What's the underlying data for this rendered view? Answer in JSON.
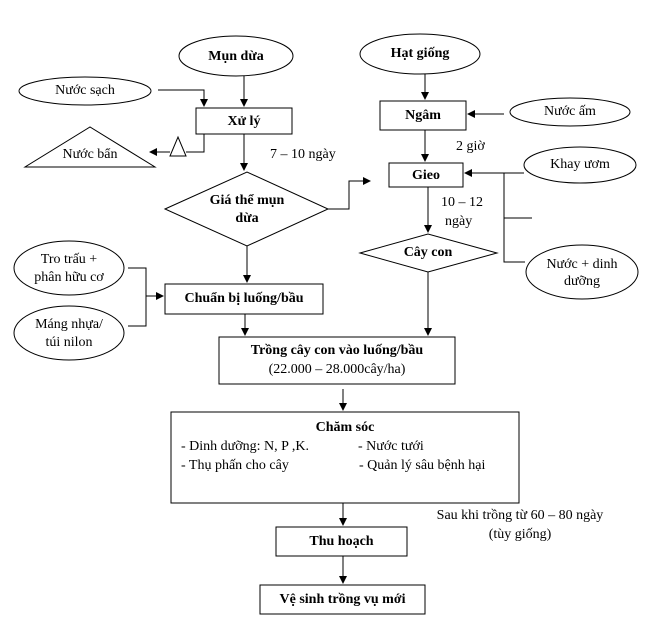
{
  "diagram": {
    "sources": {
      "coir": "Mụn dừa",
      "seeds": "Hạt giống"
    },
    "inputs": {
      "clean_water": "Nước sạch",
      "warm_water": "Nước ấm",
      "nursery_tray": "Khay ươm",
      "water_nutrients": "Nước + dinh dưỡng",
      "husk_ash_line1": "Tro trấu +",
      "husk_ash_line2": "phân hữu cơ",
      "plastic_line1": "Máng nhựa/",
      "plastic_line2": "túi nilon"
    },
    "outputs": {
      "dirty_water": "Nước bẩn"
    },
    "steps": {
      "treat": "Xử lý",
      "soak": "Ngâm",
      "sow": "Gieo",
      "substrate_line1": "Giá thể mụn",
      "substrate_line2": "dừa",
      "seedling": "Cây con",
      "prepare": "Chuẩn bị luống/bầu",
      "transplant_title": "Trồng cây con vào luống/bầu",
      "transplant_density": "(22.000 – 28.000cây/ha)",
      "care_title": "Chăm sóc",
      "care_items": [
        "- Dinh dưỡng: N, P ,K.",
        "- Nước tưới",
        "- Thụ phấn cho cây",
        "- Quản lý sâu bệnh hại"
      ],
      "harvest": "Thu hoạch",
      "cleanup": "Vệ sinh trồng vụ mới"
    },
    "durations": {
      "treat_time": "7 – 10 ngày",
      "soak_time": "2 giờ",
      "germination_line1": "10 – 12",
      "germination_line2": "ngày",
      "harvest_time_line1": "Sau khi trồng từ 60 – 80 ngày",
      "harvest_time_line2": "(tùy giống)"
    }
  }
}
